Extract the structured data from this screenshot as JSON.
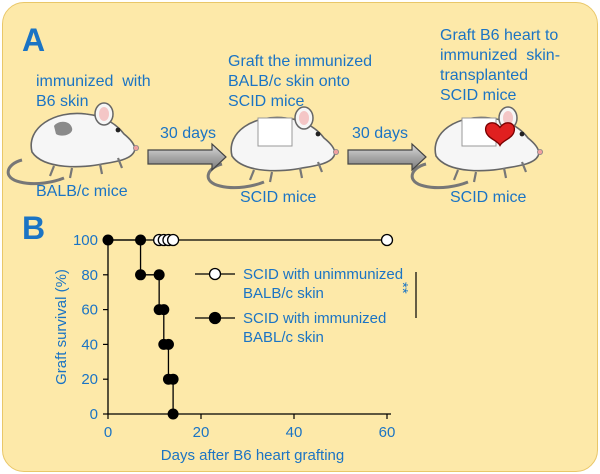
{
  "panel_a": {
    "label": "A",
    "step1_caption": "immunized  with\nB6 skin",
    "step1_mouse": "BALB/c mice",
    "arrow1": "30 days",
    "step2_caption": "Graft the immunized\nBALB/c skin onto\nSCID mice",
    "step2_mouse": "SCID mice",
    "arrow2": "30 days",
    "step3_caption": "Graft B6 heart to\nimmunized  skin-\ntransplanted\nSCID mice",
    "step3_mouse": "SCID mice"
  },
  "panel_b": {
    "label": "B",
    "significance": "**"
  },
  "colors": {
    "text": "#1b74c4",
    "background": "#fde9a9",
    "heart": "#e02020"
  },
  "chart_data": {
    "type": "line",
    "step": true,
    "xlabel": "Days after B6 heart grafting",
    "ylabel": "Graft survival (%)",
    "xlim": [
      0,
      60
    ],
    "ylim": [
      0,
      100
    ],
    "xticks": [
      0,
      20,
      40,
      60
    ],
    "yticks": [
      0,
      20,
      40,
      60,
      80,
      100
    ],
    "legend_position": "center-right",
    "series": [
      {
        "name": "SCID with unimmunized\nBALB/c skin",
        "marker": "open-circle",
        "x": [
          0,
          60
        ],
        "y": [
          100,
          100
        ],
        "censored_x": [
          11,
          12,
          13,
          14,
          60
        ]
      },
      {
        "name": "SCID with immunized\nBABL/c skin",
        "marker": "filled-circle",
        "points": [
          [
            0,
            100
          ],
          [
            7,
            100
          ],
          [
            7,
            80
          ],
          [
            11,
            80
          ],
          [
            11,
            60
          ],
          [
            12,
            60
          ],
          [
            12,
            40
          ],
          [
            13,
            40
          ],
          [
            13,
            20
          ],
          [
            14,
            20
          ],
          [
            14,
            0
          ]
        ]
      }
    ]
  }
}
